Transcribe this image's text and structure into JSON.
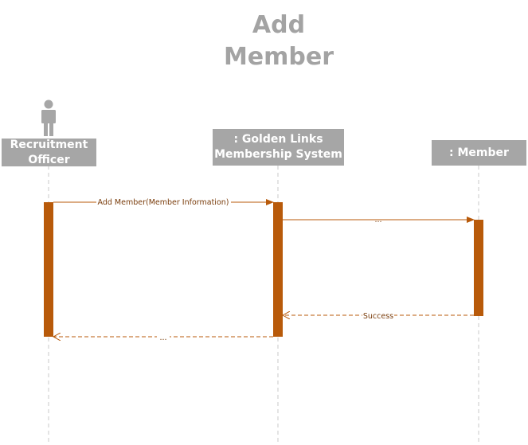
{
  "diagram": {
    "title_line1": "Add",
    "title_line2": "Member",
    "accent_color": "#b85a0a",
    "header_color": "#a6a6a6",
    "lifelines": [
      {
        "id": "officer",
        "line1": "Recruitment",
        "line2": "Officer",
        "icon": "actor-icon"
      },
      {
        "id": "system",
        "line1": ": Golden Links",
        "line2": "Membership System"
      },
      {
        "id": "member",
        "line1": ": Member",
        "line2": ""
      }
    ],
    "messages": [
      {
        "from": "officer",
        "to": "system",
        "label": "Add Member(Member Information)",
        "style": "solid"
      },
      {
        "from": "system",
        "to": "member",
        "label": "...",
        "style": "solid"
      },
      {
        "from": "member",
        "to": "system",
        "label": "Success",
        "style": "dashed"
      },
      {
        "from": "system",
        "to": "officer",
        "label": "...",
        "style": "dashed"
      }
    ]
  }
}
